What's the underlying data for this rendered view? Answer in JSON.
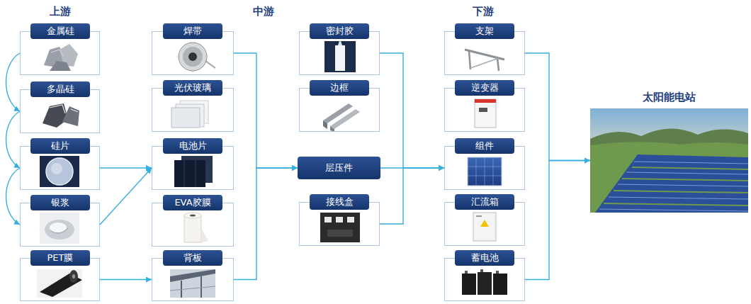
{
  "diagram": {
    "nodes": [
      {
        "text": [
          "金属硅"
        ]
      },
      {
        "text": [
          "多晶硅"
        ]
      },
      {
        "text": [
          "硅片"
        ]
      },
      {
        "text": [
          "银浆"
        ]
      },
      {
        "text": [
          "PET膜"
        ]
      },
      {
        "text": [
          "焊带"
        ]
      },
      {
        "text": [
          "光伏玻璃"
        ]
      },
      {
        "text": [
          "电池片"
        ]
      },
      {
        "text": [
          "EVA胶膜"
        ]
      },
      {
        "text": [
          "背板"
        ]
      },
      {
        "text": [
          "密封胶"
        ]
      },
      {
        "text": [
          "边框"
        ]
      },
      {
        "text": [
          "层压件"
        ]
      },
      {
        "text": [
          "接线盒"
        ]
      },
      {
        "text": [
          "支架"
        ]
      },
      {
        "text": [
          "逆变器"
        ]
      },
      {
        "text": [
          "组件"
        ]
      },
      {
        "text": [
          "汇流箱"
        ]
      },
      {
        "text": [
          "蓄电池"
        ]
      },
      {
        "text": [
          "太阳能电站"
        ]
      }
    ],
    "edges": [
      {
        "from": 0,
        "to": 1,
        "arrow": "to"
      },
      {
        "from": 1,
        "to": 2,
        "arrow": "to"
      },
      {
        "from": 2,
        "to": 3,
        "arrow": "to"
      },
      {
        "from": 2,
        "to": 7,
        "arrow": "to"
      },
      {
        "from": 3,
        "to": 7,
        "arrow": "to"
      },
      {
        "from": 4,
        "to": 9,
        "arrow": "to"
      },
      {
        "from": 5,
        "to": 12,
        "arrow": "to"
      },
      {
        "from": 9,
        "to": 12,
        "arrow": "to"
      },
      {
        "from": 10,
        "to": 16,
        "arrow": "to"
      },
      {
        "from": 12,
        "to": 16,
        "arrow": "to"
      },
      {
        "from": 13,
        "to": 16,
        "arrow": "to"
      },
      {
        "from": 14,
        "to": 19,
        "arrow": "to"
      },
      {
        "from": 18,
        "to": 19,
        "arrow": "to"
      }
    ],
    "labels": [
      "上游",
      "中游",
      "下游"
    ]
  }
}
